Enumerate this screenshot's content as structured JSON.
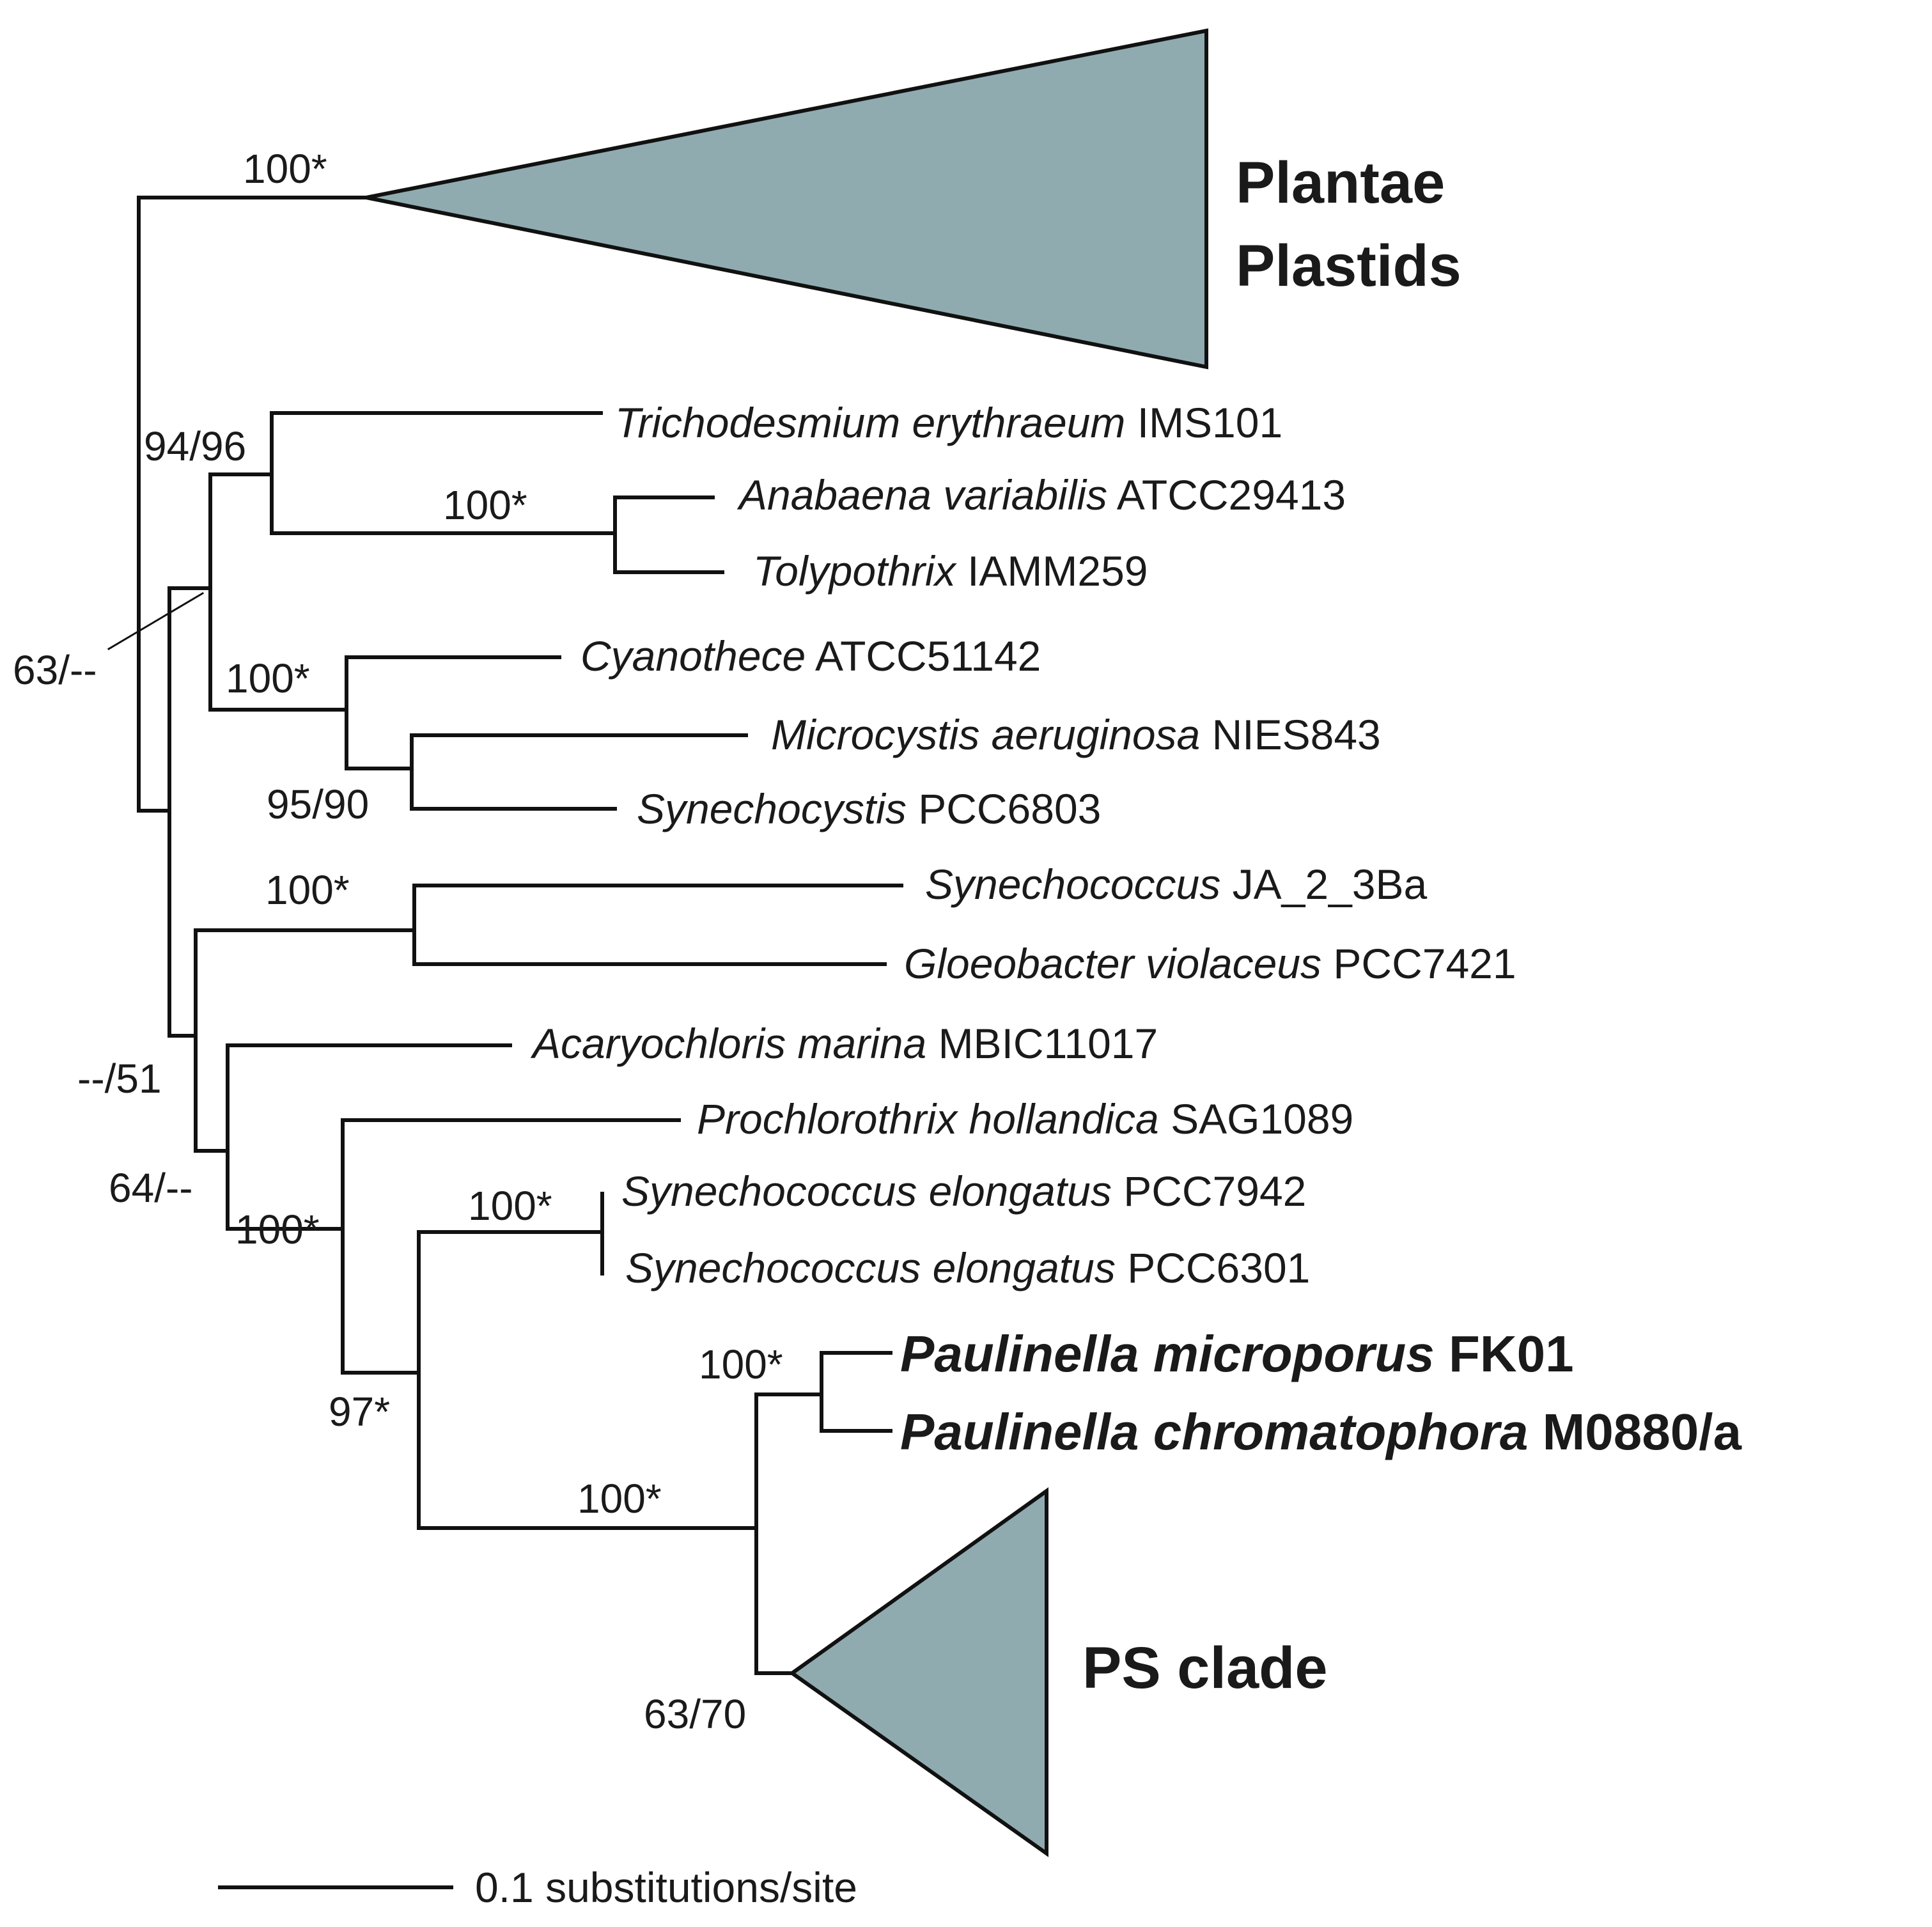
{
  "colors": {
    "collapsed_clade_fill": "#8fabb0",
    "line": "#111111"
  },
  "collapsed_clades": [
    {
      "line1": "Plantae",
      "line2": "Plastids"
    },
    {
      "line1": "PS clade",
      "line2": ""
    }
  ],
  "taxa": [
    {
      "genus": "Trichodesmium erythraeum",
      "strain": "IMS101"
    },
    {
      "genus": "Anabaena variabilis",
      "strain": "ATCC29413"
    },
    {
      "genus": "Tolypothrix",
      "strain": "IAMM259"
    },
    {
      "genus": "Cyanothece",
      "strain": "ATCC51142"
    },
    {
      "genus": "Microcystis aeruginosa",
      "strain": "NIES843"
    },
    {
      "genus": "Synechocystis",
      "strain": "PCC6803"
    },
    {
      "genus": "Synechococcus",
      "strain": "JA_2_3Ba"
    },
    {
      "genus": "Gloeobacter violaceus",
      "strain": "PCC7421"
    },
    {
      "genus": "Acaryochloris marina",
      "strain": "MBIC11017"
    },
    {
      "genus": "Prochlorothrix hollandica",
      "strain": "SAG1089"
    },
    {
      "genus": "Synechococcus elongatus",
      "strain": "PCC7942"
    },
    {
      "genus": "Synechococcus elongatus",
      "strain": "PCC6301"
    },
    {
      "genus": "Paulinella microporus",
      "strain": "FK01",
      "bold": true
    },
    {
      "genus": "Paulinella chromatophora",
      "strain": "M0880/a",
      "bold": true
    }
  ],
  "support_values": [
    "100*",
    "94/96",
    "100*",
    "63/--",
    "100*",
    "95/90",
    "100*",
    "--/51",
    "64/--",
    "100*",
    "100*",
    "97*",
    "100*",
    "100*",
    "63/70"
  ],
  "scale_bar": {
    "label": "0.1 substitutions/site"
  }
}
